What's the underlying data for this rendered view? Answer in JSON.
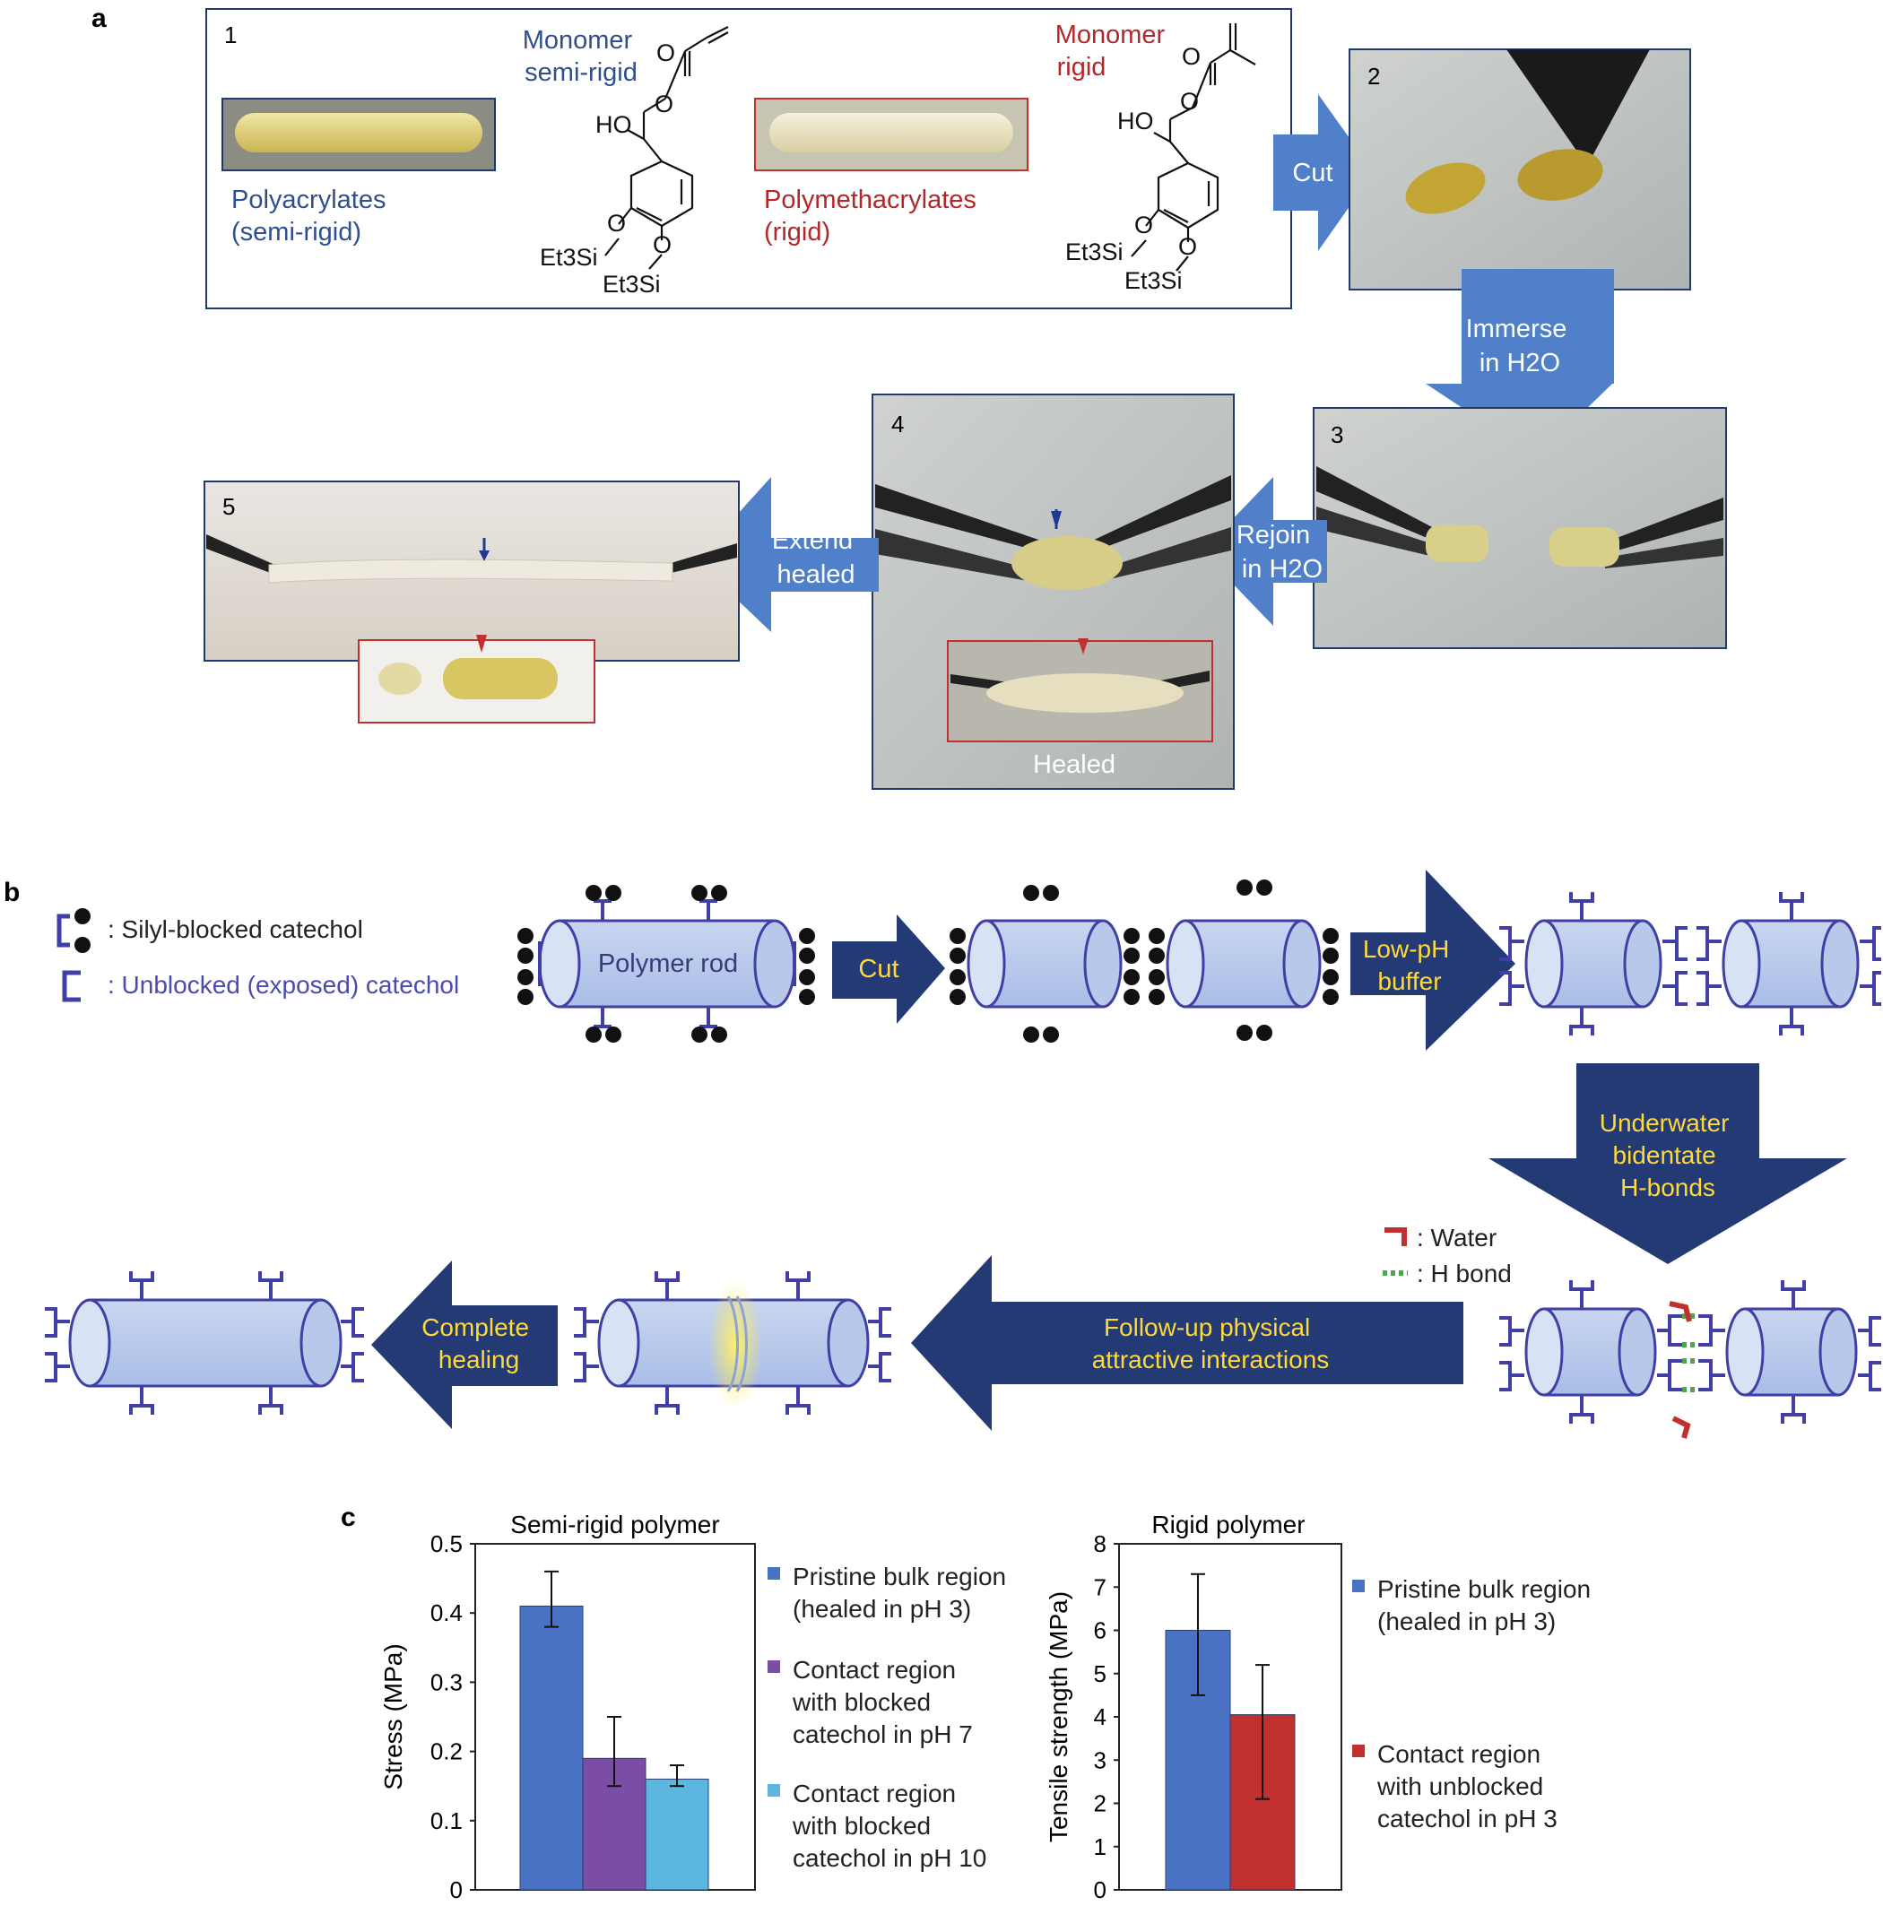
{
  "panel_a": {
    "label": "a",
    "box1": {
      "number": "1",
      "sample_semi_caption": [
        "Polyacrylates",
        "(semi-rigid)"
      ],
      "monomer_semi_title": [
        "Monomer",
        "semi-rigid"
      ],
      "sample_rigid_caption": [
        "Polymethacrylates",
        "(rigid)"
      ],
      "monomer_rigid_title": [
        "Monomer",
        "rigid"
      ],
      "chem_labels": {
        "ho": "HO",
        "o": "O",
        "et3si": "Et3Si"
      }
    },
    "photo_numbers": [
      "2",
      "3",
      "4",
      "5"
    ],
    "arrows": {
      "cut": "Cut",
      "immerse": [
        "Immerse",
        "in H2O"
      ],
      "rejoin": [
        "Rejoin",
        "in H2O"
      ],
      "extend": [
        "Extend",
        "healed"
      ]
    },
    "healed_caption": "Healed"
  },
  "panel_b": {
    "label": "b",
    "legend": {
      "blocked": ": Silyl-blocked catechol",
      "unblocked": ": Unblocked (exposed) catechol",
      "water": ": Water",
      "hbond": ": H bond"
    },
    "rod_label": "Polymer rod",
    "arrows": {
      "cut": "Cut",
      "low_ph": [
        "Low-pH",
        "buffer"
      ],
      "underwater": [
        "Underwater",
        "bidentate",
        "H-bonds"
      ],
      "followup": [
        "Follow-up physical",
        "attractive interactions"
      ],
      "complete": [
        "Complete",
        "healing"
      ]
    },
    "colors": {
      "arrow": "#233a74",
      "arrow_text": "#ffd93a",
      "rod": "#b7c8ea",
      "catechol": "#3f3fa6"
    }
  },
  "panel_c": {
    "label": "c",
    "chart_data": [
      {
        "type": "bar",
        "title": "Semi-rigid polymer",
        "ylabel": "Stress (MPa)",
        "ylim": [
          0,
          0.5
        ],
        "yticks": [
          "0",
          "0.1",
          "0.2",
          "0.3",
          "0.4",
          "0.5"
        ],
        "series": [
          {
            "name": "Pristine bulk region (healed in pH 3)",
            "legend_lines": [
              "Pristine bulk region",
              "(healed in pH 3)"
            ],
            "value": 0.41,
            "err_low": 0.38,
            "err_high": 0.46,
            "color": "#4a72c4"
          },
          {
            "name": "Contact region with blocked catechol in pH 7",
            "legend_lines": [
              "Contact region",
              "with blocked",
              "catechol in pH 7"
            ],
            "value": 0.19,
            "err_low": 0.15,
            "err_high": 0.25,
            "color": "#7a4ea6"
          },
          {
            "name": "Contact region with blocked catechol in pH 10",
            "legend_lines": [
              "Contact region",
              "with blocked",
              "catechol in pH 10"
            ],
            "value": 0.16,
            "err_low": 0.15,
            "err_high": 0.18,
            "color": "#5bb6e0"
          }
        ]
      },
      {
        "type": "bar",
        "title": "Rigid polymer",
        "ylabel": "Tensile strength (MPa)",
        "ylim": [
          0,
          8
        ],
        "yticks": [
          "0",
          "1",
          "2",
          "3",
          "4",
          "5",
          "6",
          "7",
          "8"
        ],
        "series": [
          {
            "name": "Pristine bulk region (healed in pH 3)",
            "legend_lines": [
              "Pristine bulk region",
              "(healed in pH 3)"
            ],
            "value": 6.0,
            "err_low": 4.5,
            "err_high": 7.3,
            "color": "#4a72c4"
          },
          {
            "name": "Contact region with unblocked catechol in pH 3",
            "legend_lines": [
              "Contact region",
              "with unblocked",
              "catechol in pH 3"
            ],
            "value": 4.05,
            "err_low": 2.1,
            "err_high": 5.2,
            "color": "#c0302e"
          }
        ]
      }
    ]
  }
}
